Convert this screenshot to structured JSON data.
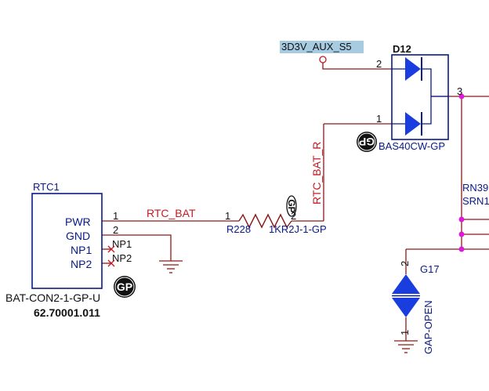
{
  "power_net": {
    "label": "3D3V_AUX_S5"
  },
  "diode_d12": {
    "ref": "D12",
    "part": "BAS40CW-GP",
    "pin_anode_top": "2",
    "pin_anode_bottom": "1",
    "pin_cathode": "3"
  },
  "net_rtc_bat_r": {
    "label": "RTC_BAT_R"
  },
  "resistor_r228": {
    "ref": "R228",
    "value": "1KR2J-1-GP",
    "pin1": "1",
    "pin2": "2"
  },
  "net_rtc_bat": {
    "label": "RTC_BAT"
  },
  "connector_rtc1": {
    "ref": "RTC1",
    "part": "BAT-CON2-1-GP-U",
    "partno": "62.70001.011",
    "pins": [
      {
        "name": "PWR",
        "num": "1"
      },
      {
        "name": "GND",
        "num": "2"
      },
      {
        "name": "NP1",
        "num": "NP1"
      },
      {
        "name": "NP2",
        "num": "NP2"
      }
    ]
  },
  "resistor_network": {
    "ref": "RN39",
    "part_prefix": "SRN1"
  },
  "gap_g17": {
    "ref": "G17",
    "part": "GAP-OPEN",
    "pin_top": "2",
    "pin_bottom": "1"
  },
  "gp_badge": {
    "label": "GP"
  },
  "colors": {
    "component": "#0a1a86",
    "wire": "#8b1a1a",
    "net_label": "#c41a22",
    "power_label_bg": "#a7cbe0",
    "diode_fill": "#1a3de0",
    "junction": "#e01ad9",
    "ground": "#8b1a1a"
  }
}
